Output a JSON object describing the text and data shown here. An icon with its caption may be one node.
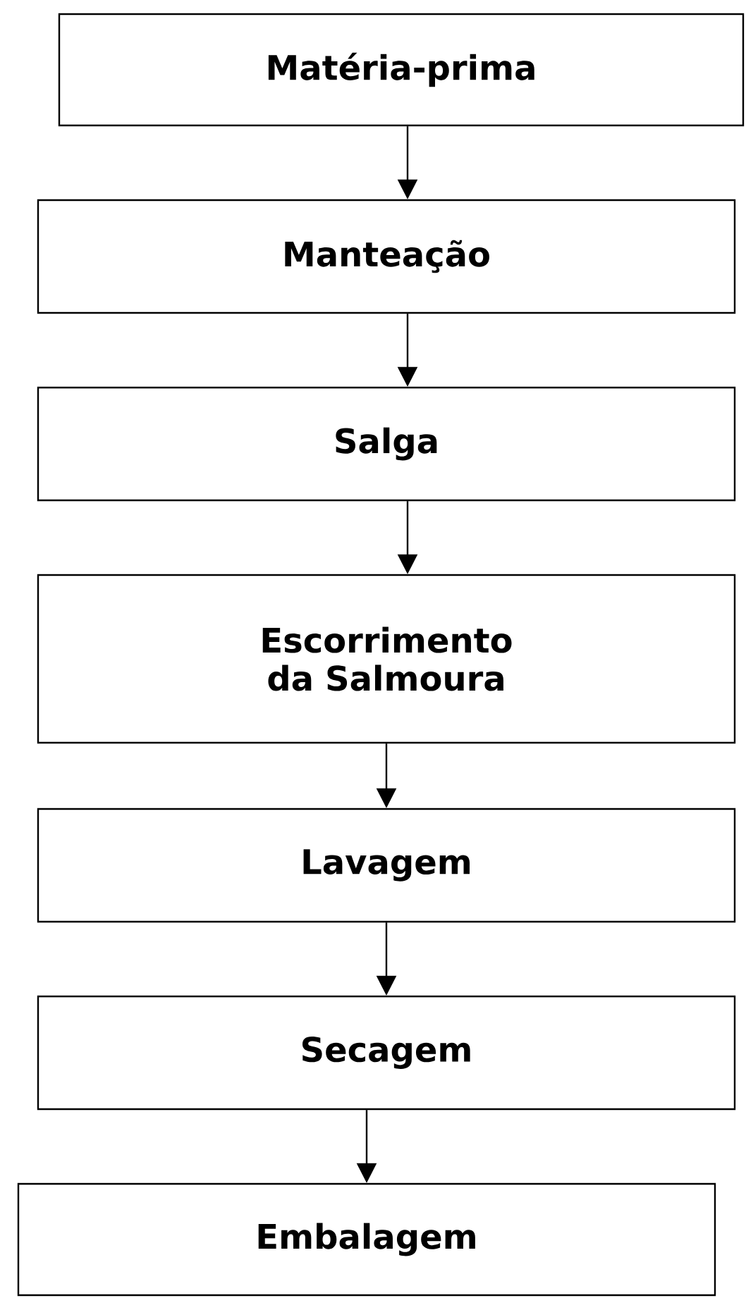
{
  "diagram": {
    "nodes": [
      {
        "text": [
          "Matéria-prima"
        ]
      },
      {
        "text": [
          "Manteação"
        ]
      },
      {
        "text": [
          "Salga"
        ]
      },
      {
        "text": [
          "Escorrimento da Salmoura"
        ]
      },
      {
        "text": [
          "Lavagem"
        ]
      },
      {
        "text": [
          "Secagem"
        ]
      },
      {
        "text": [
          "Embalagem"
        ]
      }
    ],
    "edges": [
      {
        "from": 0,
        "to": 1,
        "arrow": "to"
      },
      {
        "from": 1,
        "to": 2,
        "arrow": "to"
      },
      {
        "from": 2,
        "to": 3,
        "arrow": "to"
      },
      {
        "from": 3,
        "to": 4,
        "arrow": "to"
      },
      {
        "from": 4,
        "to": 5,
        "arrow": "to"
      },
      {
        "from": 5,
        "to": 6,
        "arrow": "to"
      }
    ]
  }
}
